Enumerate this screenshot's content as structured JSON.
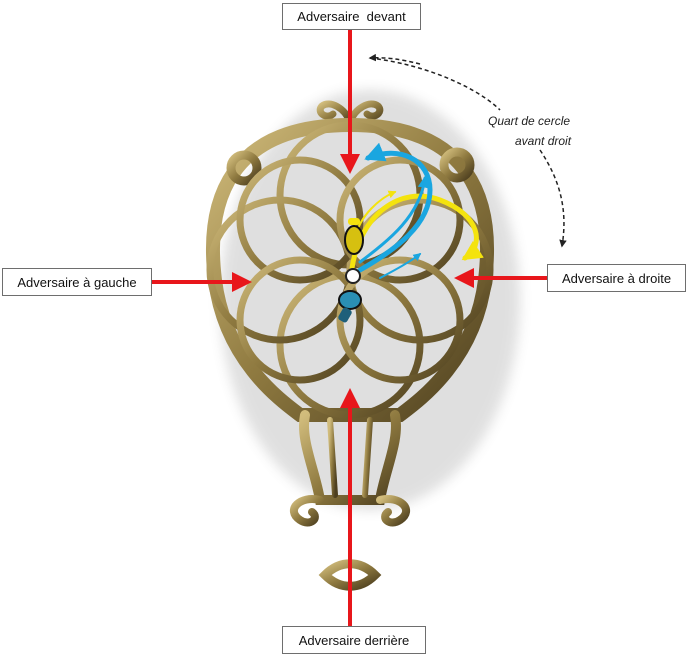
{
  "labels": {
    "front": "Adversaire  devant",
    "left": "Adversaire à gauche",
    "right": "Adversaire à droite",
    "back": "Adversaire derrière"
  },
  "annotation": {
    "line1": "Quart de cercle",
    "line2": "avant droit"
  },
  "colors": {
    "opponent_arrow": "#e8161b",
    "blue_path": "#1aa6e0",
    "yellow_path": "#f4e30e",
    "brass_light": "#b49a55",
    "brass_dark": "#3e3218",
    "dashed_arc": "#222222"
  }
}
